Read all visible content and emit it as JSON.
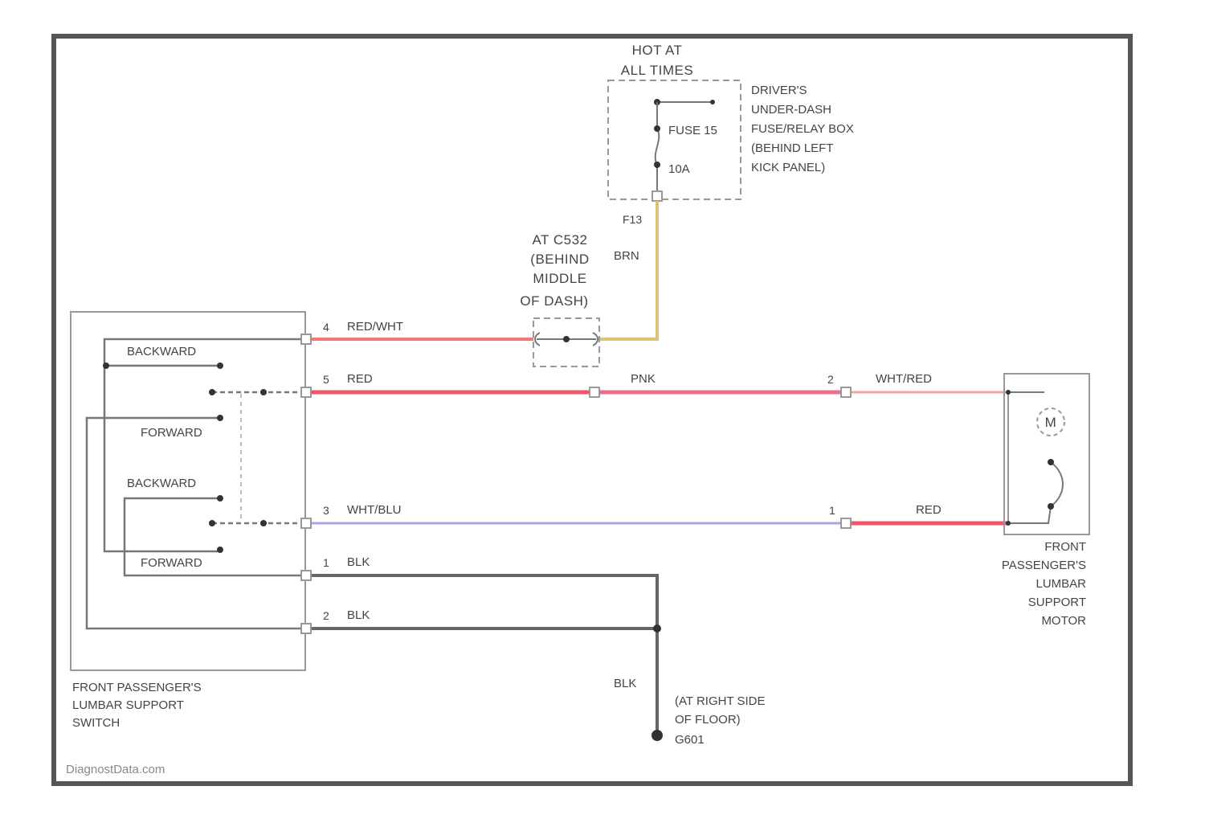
{
  "power": {
    "hot_label": [
      "HOT AT",
      "ALL TIMES"
    ],
    "fuse_name": "FUSE 15",
    "fuse_rating": "10A",
    "box_label": [
      "DRIVER'S",
      "UNDER-DASH",
      "FUSE/RELAY BOX",
      "(BEHIND LEFT",
      "KICK PANEL)"
    ],
    "fuse_pin": "F13"
  },
  "splice": {
    "label": [
      "AT C532",
      "(BEHIND",
      "MIDDLE",
      "OF DASH)"
    ]
  },
  "wires": {
    "feed_color": "BRN",
    "pin4": "4",
    "pin4_color": "RED/WHT",
    "pin5": "5",
    "pin5_color": "RED",
    "mid_top_color": "PNK",
    "motor_pin2": "2",
    "motor_top_color": "WHT/RED",
    "pin3": "3",
    "pin3_color": "WHT/BLU",
    "motor_pin1": "1",
    "motor_bottom_color": "RED",
    "pin1": "1",
    "pin1_color": "BLK",
    "pin2": "2",
    "pin2_color": "BLK",
    "ground_color": "BLK"
  },
  "switch": {
    "pos1": "BACKWARD",
    "pos2": "FORWARD",
    "pos3": "BACKWARD",
    "pos4": "FORWARD",
    "label": [
      "FRONT PASSENGER'S",
      "LUMBAR SUPPORT",
      "SWITCH"
    ]
  },
  "motor": {
    "symbol": "M",
    "label": [
      "FRONT",
      "PASSENGER'S",
      "LUMBAR",
      "SUPPORT",
      "MOTOR"
    ]
  },
  "ground": {
    "label": [
      "(AT RIGHT SIDE",
      "OF FLOOR)",
      "G601"
    ]
  },
  "watermark": "DiagnostData.com",
  "colors": {
    "brn": "#d9c27a",
    "red": "#f07878",
    "red_bright": "#f0566a",
    "pnk": "#ef6c88",
    "wht_red": "#f2a4a4",
    "wht_blu": "#a7a7e6",
    "blk": "#666666"
  }
}
